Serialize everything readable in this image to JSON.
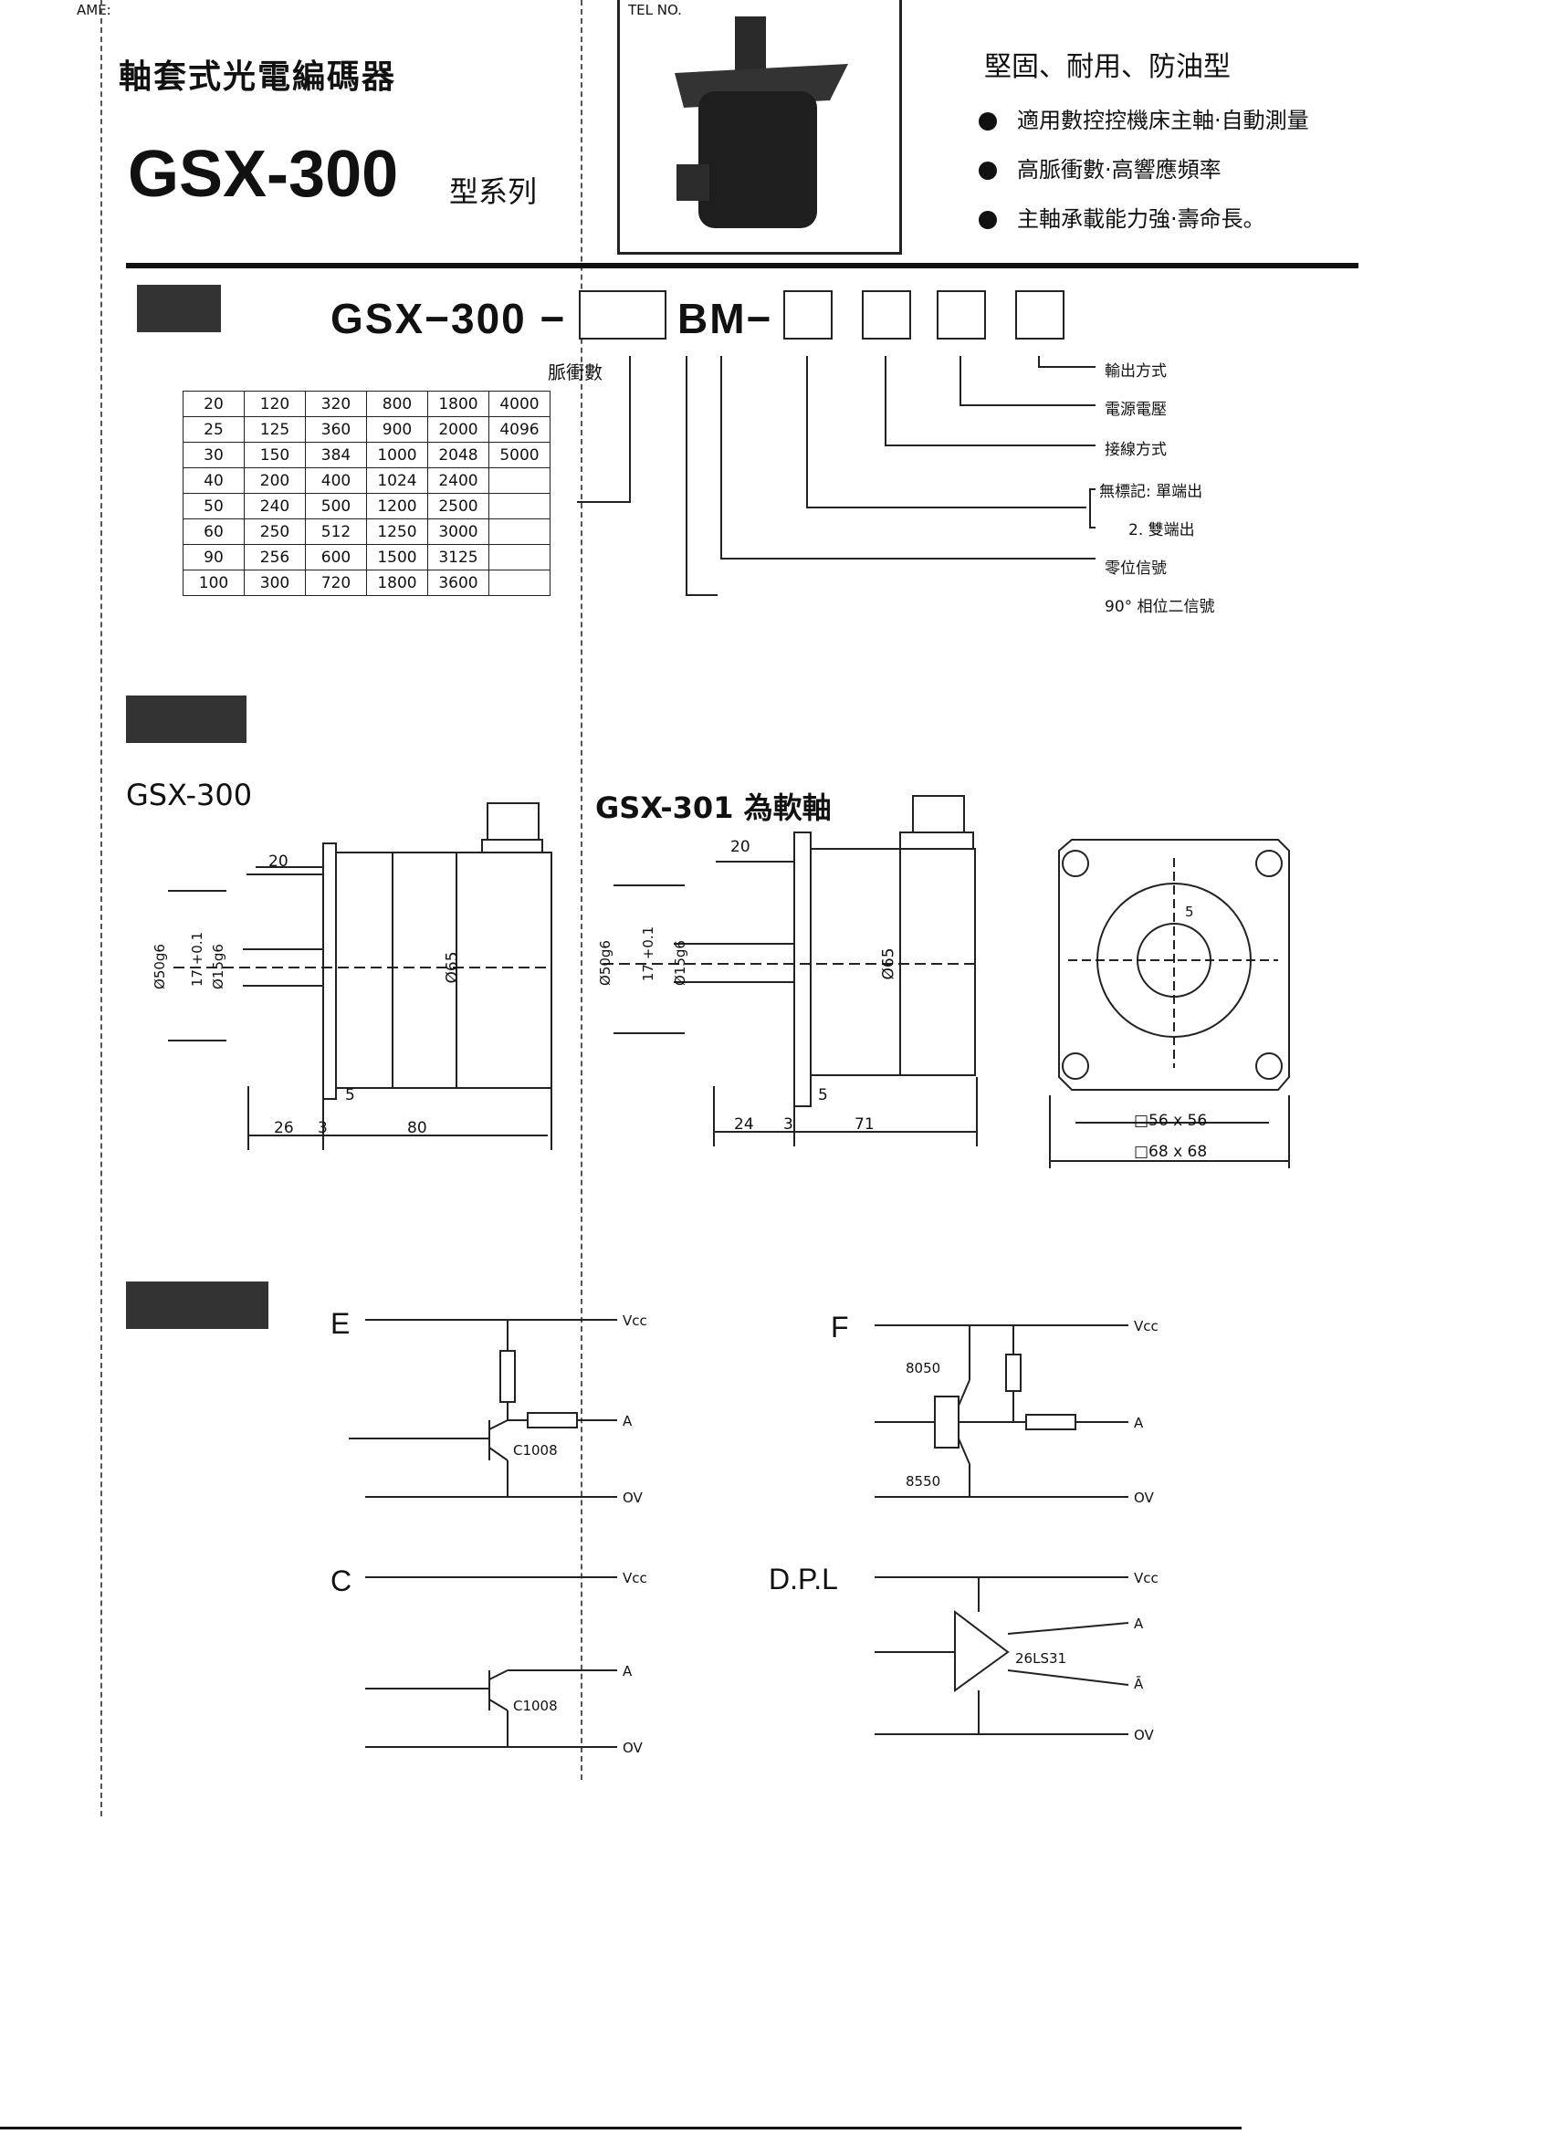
{
  "header": {
    "corner_text": "AME:",
    "tel_text": "TEL   NO.",
    "title_cn": "軸套式光電編碼器",
    "model": "GSX-300",
    "model_suffix": "型系列"
  },
  "features": {
    "headline": "堅固、耐用、防油型",
    "items": [
      "適用數控控機床主軸·自動測量",
      "高脈衝數·高響應頻率",
      "主軸承載能力強·壽命長。"
    ]
  },
  "ordering": {
    "code_prefix": "GSX−300 −",
    "code_mid": "BM−",
    "pulse_label": "脈衝數",
    "legend": [
      "輸出方式",
      "電源電壓",
      "接線方式",
      "無標記: 單端出",
      "2. 雙端出",
      "零位信號",
      "90° 相位二信號"
    ],
    "pulse_table": [
      [
        "20",
        "120",
        "320",
        "800",
        "1800",
        "4000"
      ],
      [
        "25",
        "125",
        "360",
        "900",
        "2000",
        "4096"
      ],
      [
        "30",
        "150",
        "384",
        "1000",
        "2048",
        "5000"
      ],
      [
        "40",
        "200",
        "400",
        "1024",
        "2400",
        ""
      ],
      [
        "50",
        "240",
        "500",
        "1200",
        "2500",
        ""
      ],
      [
        "60",
        "250",
        "512",
        "1250",
        "3000",
        ""
      ],
      [
        "90",
        "256",
        "600",
        "1500",
        "3125",
        ""
      ],
      [
        "100",
        "300",
        "720",
        "1800",
        "3600",
        ""
      ]
    ]
  },
  "dimensions": {
    "left_title": "GSX-300",
    "right_title": "GSX-301 為軟軸",
    "left": {
      "d20": "20",
      "d26": "26",
      "d3": "3",
      "d80": "80",
      "d5": "5",
      "phi65": "Ø65",
      "phi50": "Ø50g6",
      "phi15": "Ø15g6",
      "d17": "17 +0.1"
    },
    "right": {
      "d20": "20",
      "d24": "24",
      "d3": "3",
      "d71": "71",
      "d5": "5",
      "phi65": "Ø65",
      "phi50": "Ø50g6",
      "phi15": "Ø15g6",
      "d17": "17 +0.1"
    },
    "flange": {
      "d5": "5",
      "inner": "□56 x 56",
      "outer": "□68 x 68"
    }
  },
  "circuits": {
    "E": {
      "label": "E",
      "vcc": "Vcc",
      "a": "A",
      "ov": "OV",
      "part": "C1008"
    },
    "F": {
      "label": "F",
      "vcc": "Vcc",
      "a": "A",
      "ov": "OV",
      "npn": "8050",
      "pnp": "8550"
    },
    "C": {
      "label": "C",
      "vcc": "Vcc",
      "a": "A",
      "ov": "OV",
      "part": "C1008"
    },
    "DPL": {
      "label": "D.P.L",
      "vcc": "Vcc",
      "a": "A",
      "abar": "Ā",
      "ov": "OV",
      "part": "26LS31"
    }
  }
}
